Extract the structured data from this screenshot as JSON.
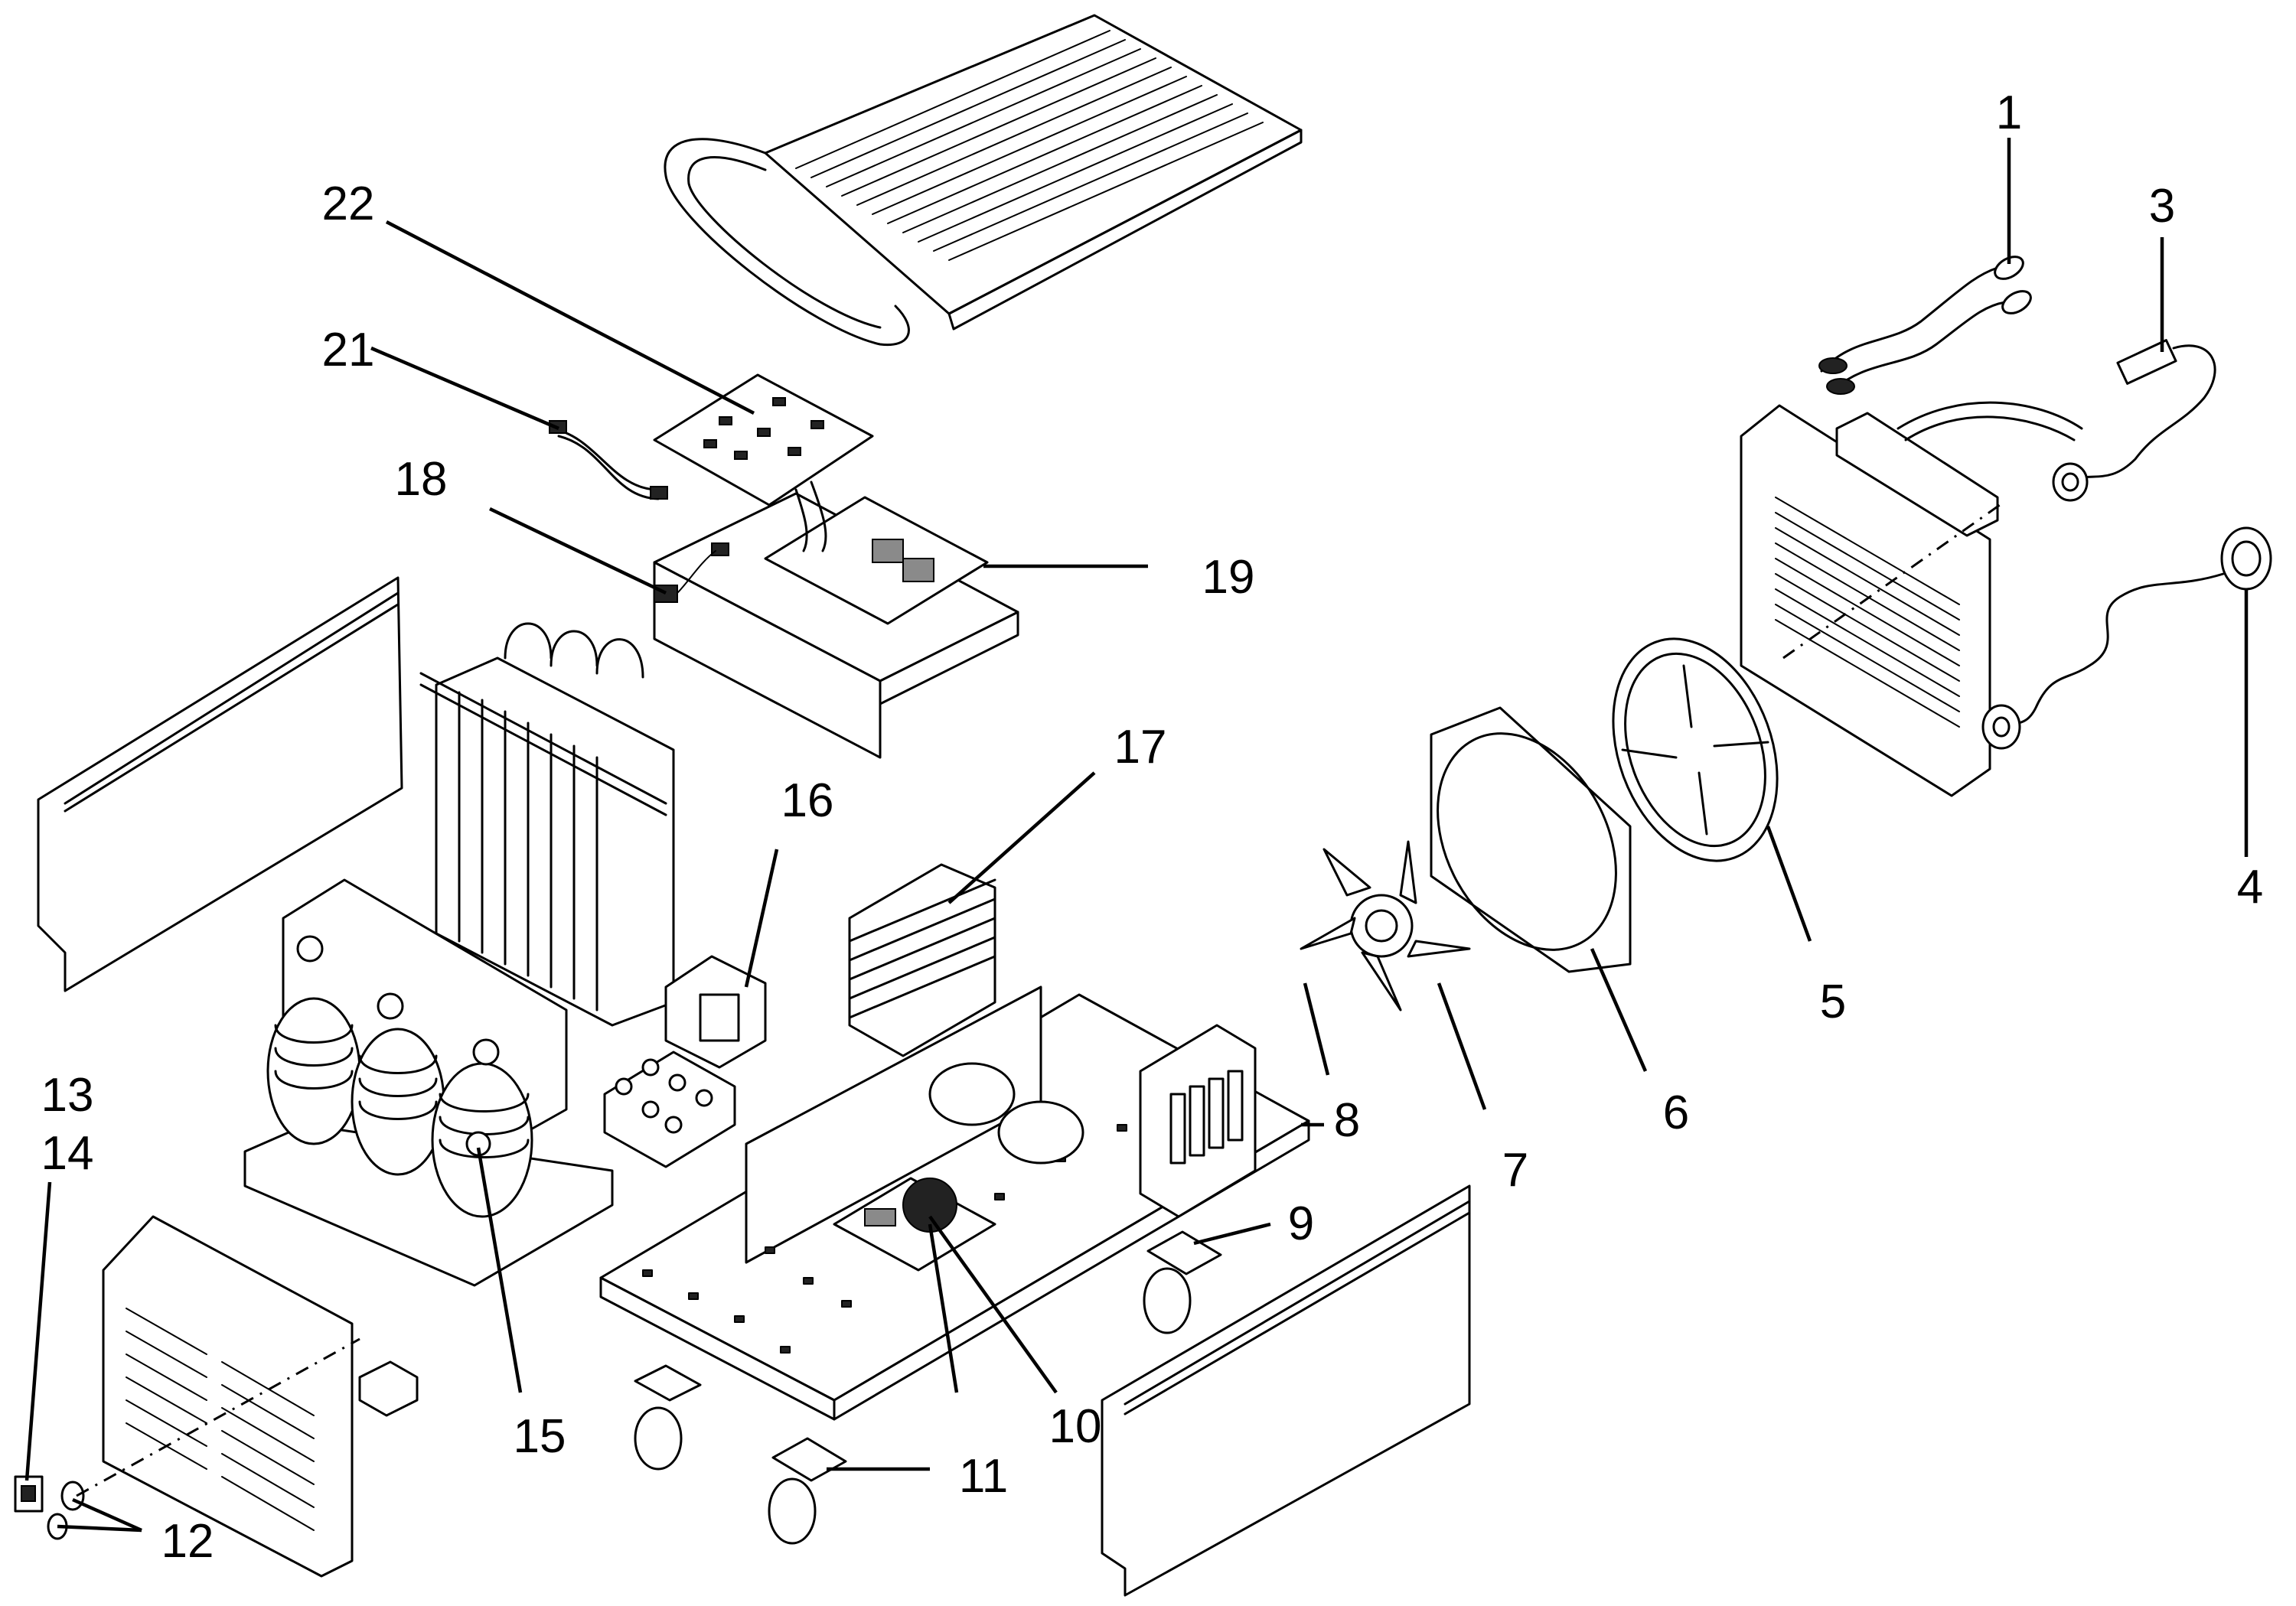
{
  "callouts": [
    {
      "id": "1",
      "text": "1"
    },
    {
      "id": "3",
      "text": "3"
    },
    {
      "id": "4",
      "text": "4"
    },
    {
      "id": "5",
      "text": "5"
    },
    {
      "id": "6",
      "text": "6"
    },
    {
      "id": "7",
      "text": "7"
    },
    {
      "id": "8",
      "text": "8"
    },
    {
      "id": "9",
      "text": "9"
    },
    {
      "id": "10",
      "text": "10"
    },
    {
      "id": "11",
      "text": "11"
    },
    {
      "id": "12",
      "text": "12"
    },
    {
      "id": "13",
      "text": "13"
    },
    {
      "id": "14",
      "text": "14"
    },
    {
      "id": "15",
      "text": "15"
    },
    {
      "id": "16",
      "text": "16"
    },
    {
      "id": "17",
      "text": "17"
    },
    {
      "id": "18",
      "text": "18"
    },
    {
      "id": "19",
      "text": "19"
    },
    {
      "id": "21",
      "text": "21"
    },
    {
      "id": "22",
      "text": "22"
    }
  ]
}
